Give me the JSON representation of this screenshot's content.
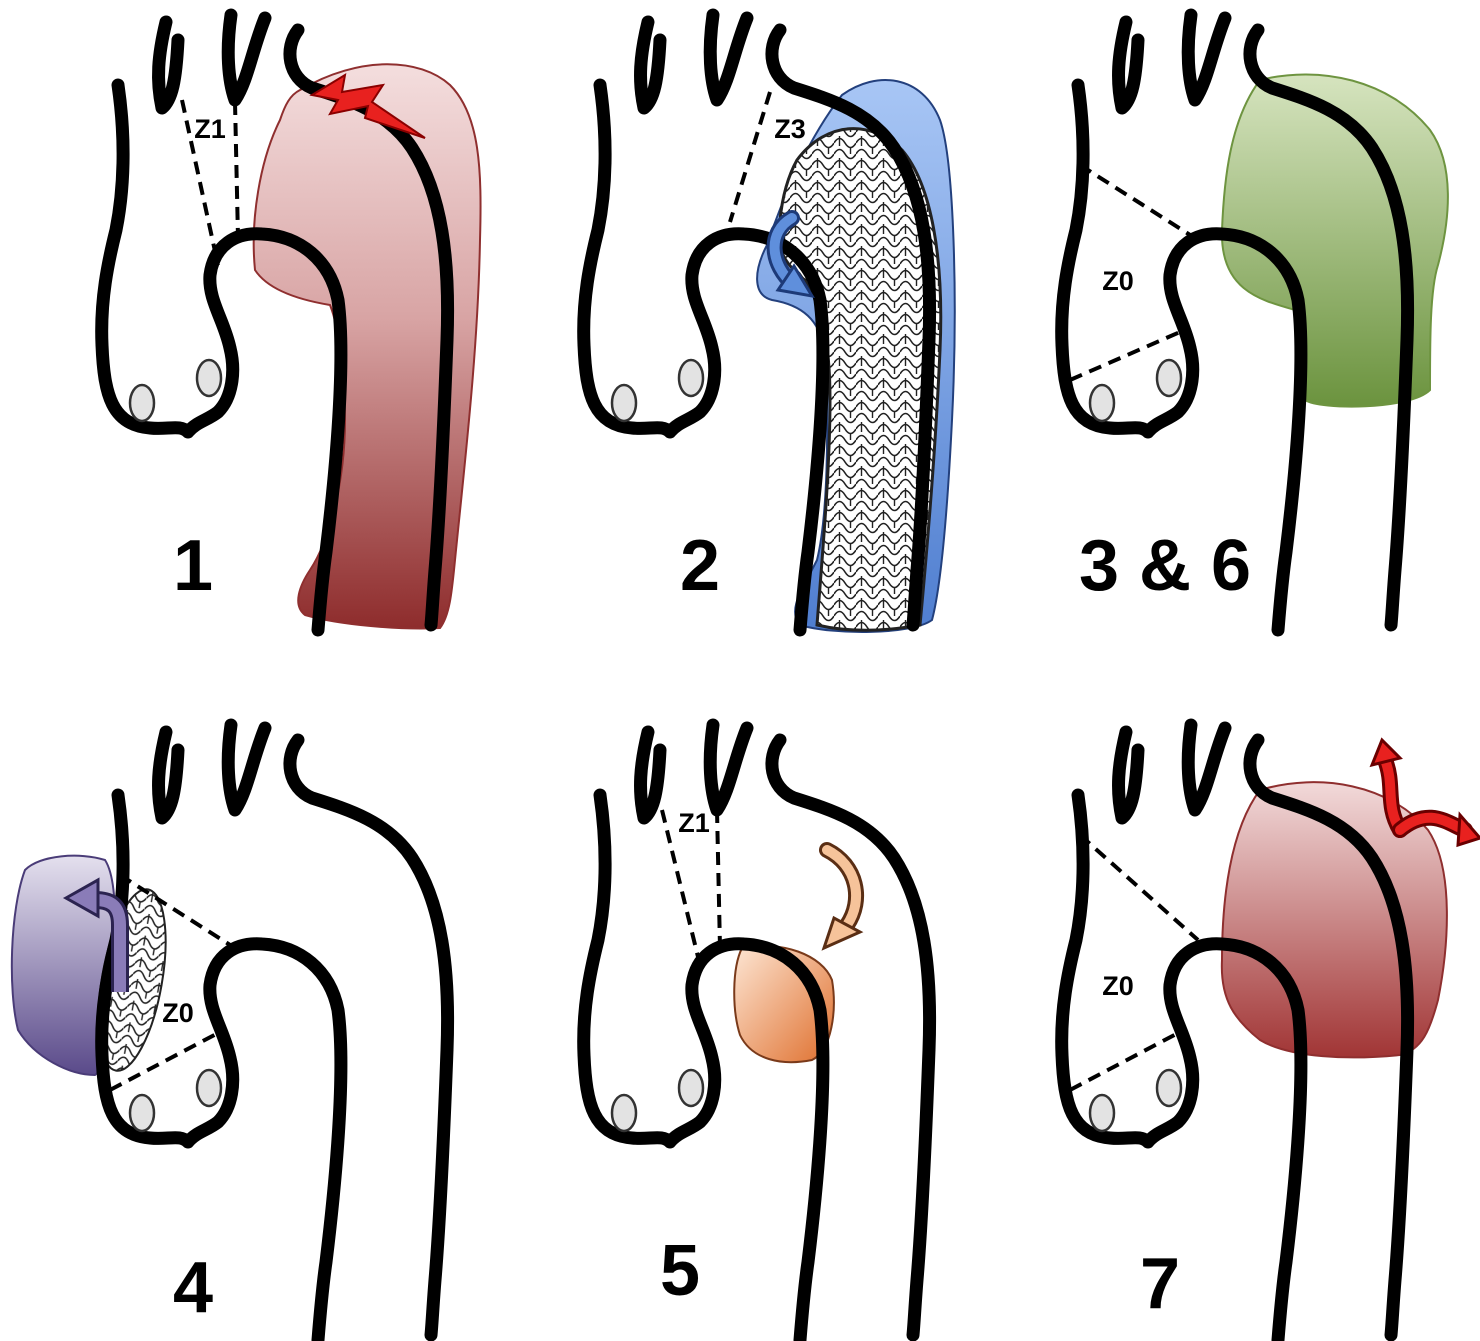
{
  "panels": [
    {
      "id": "p1",
      "caption": "1",
      "zone_label": "Z1",
      "lesion_color": "#8f2f2f"
    },
    {
      "id": "p2",
      "caption": "2",
      "zone_label": "Z3",
      "lesion_color": "#5f8fdc"
    },
    {
      "id": "p3",
      "caption": "3 & 6",
      "zone_label": "Z0",
      "lesion_color": "#6e9440"
    },
    {
      "id": "p4",
      "caption": "4",
      "zone_label": "Z0",
      "lesion_color": "#5a4a8a"
    },
    {
      "id": "p5",
      "caption": "5",
      "zone_label": "Z1",
      "lesion_color": "#e07a3a"
    },
    {
      "id": "p6",
      "caption": "7",
      "zone_label": "Z0",
      "lesion_color": "#a53a3a"
    }
  ],
  "icons": {
    "tear": "lightning-bolt",
    "endoleak": "curved-arrow",
    "retrograde": "curved-arrow",
    "rupture": "double-arrow"
  }
}
